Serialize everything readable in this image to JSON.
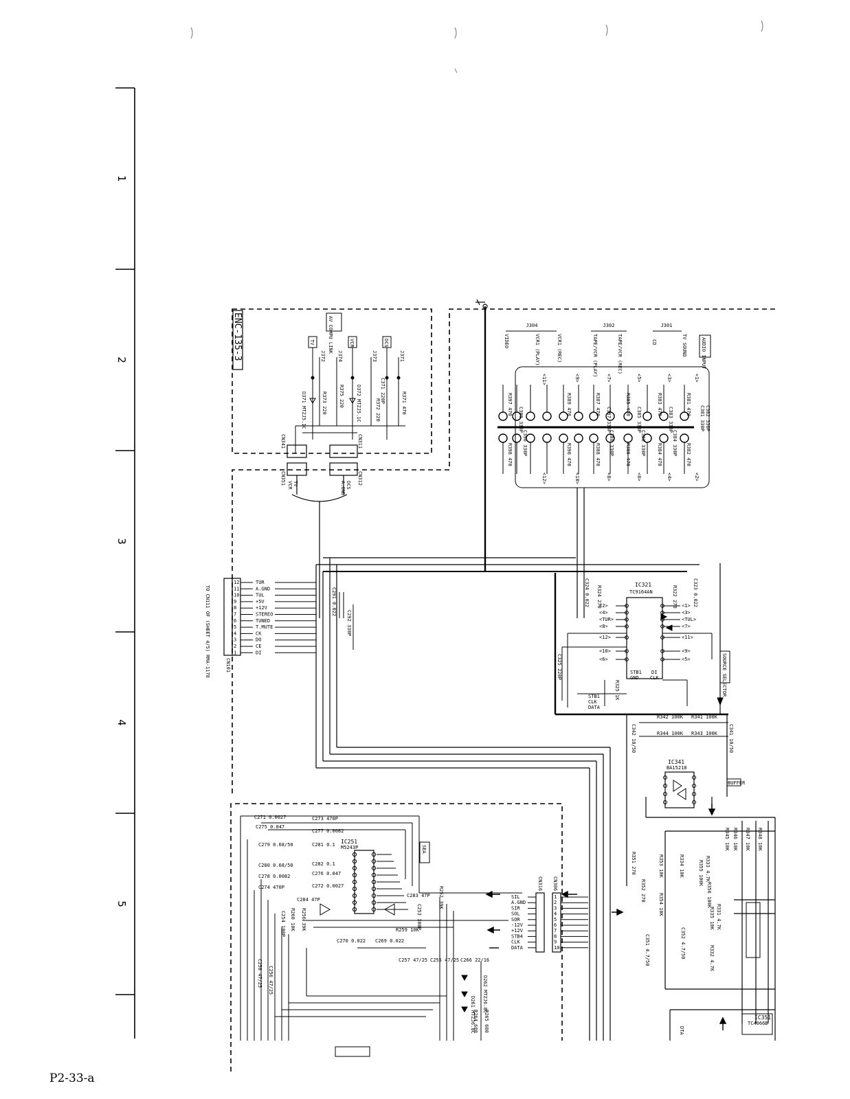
{
  "page_id": "P2-33-a",
  "grid_rows": [
    "1",
    "2",
    "3",
    "4",
    "5"
  ],
  "board_title": "ENC-135-3",
  "av_link_box": "AV COMPU LINK",
  "av_jacks": [
    {
      "name": "TV",
      "ref": "J372",
      "resistor": "R373 220",
      "diode": "D371 MTZJ5.1C"
    },
    {
      "name": "VCR",
      "ref": "J374",
      "resistor": "R375 220",
      "diode": "D372 MTZJ5.1C"
    },
    {
      "name": "DCS",
      "ref": "J373",
      "resistor": "R372 220",
      "cap": "C371 220P"
    },
    {
      "name": "",
      "ref": "J371",
      "resistor": "R371 470",
      "cap": ""
    }
  ],
  "av_connectors": [
    "CN341",
    "CN351",
    "CN311",
    "CN312"
  ],
  "av_out_labels": [
    "TV",
    "VCR",
    "DCS",
    "A.GND"
  ],
  "audio_input_box": "AUDIO INPUT",
  "audio_jack_groups": [
    {
      "ref": "J301",
      "labels": [
        "TV SOUND",
        "CD"
      ]
    },
    {
      "ref": "J302",
      "labels": [
        "TAPE/VCR (REC)",
        "TAPE/VCR (PLAY)"
      ]
    },
    {
      "ref": "J304",
      "labels": [
        "VCR1 (REC)",
        "VCR1 (PLAY)",
        "VIDEO"
      ]
    }
  ],
  "audio_channels": [
    "<1>",
    "<2>",
    "<3>",
    "<4>",
    "<5>",
    "<6>",
    "<7>",
    "<8>",
    "<9>",
    "<10>",
    "<11>",
    "<12>"
  ],
  "audio_parts_left": [
    "R381 470",
    "R383 470",
    "R385 470",
    "R387 470",
    "R389 470",
    "R397 470"
  ],
  "audio_parts_right": [
    "R382 470",
    "R384 470",
    "R386 470",
    "R388 470",
    "R390 470",
    "R398 470"
  ],
  "audio_caps": [
    "C381 330P",
    "C382 330P",
    "C383 330P",
    "C384 330P",
    "C385 330P",
    "C386 330P",
    "C387 330P",
    "C388 330P",
    "C389 330P",
    "C390 330P"
  ],
  "cn101": {
    "ref": "CN101",
    "note": "TO CN111 OF (SHEET 4/5) RMA-1178",
    "pins": [
      "12",
      "11",
      "10",
      "9",
      "8",
      "7",
      "6",
      "5",
      "4",
      "3",
      "2",
      "1"
    ],
    "signals": [
      "TUR",
      "A.GND",
      "TUL",
      "+5V",
      "+12V",
      "STEREO",
      "TUNED",
      "T.MUTE",
      "CK",
      "DO",
      "CE",
      "DI"
    ]
  },
  "c291": "C291 0.022",
  "c292": "C292 330P",
  "ic321": {
    "ref": "IC321",
    "part": "TC9164AN",
    "block": "SOURCE SELECTOR",
    "left_in": [
      "<2>",
      "<4>",
      "<TUR>",
      "<8>",
      "<12>",
      "<10>",
      "<6>"
    ],
    "right_in": [
      "<1>",
      "<3>",
      "<TUL>",
      "<7>",
      "<11>",
      "<9>",
      "<5>"
    ],
    "pins_bottom": [
      "STB1",
      "GND",
      "DI",
      "CLK"
    ],
    "parts": [
      "R324 270",
      "R322 270",
      "C324 0.022",
      "C323 0.022",
      "C325 220P",
      "R325 1K"
    ]
  },
  "ctl_labels": [
    "STB1",
    "CLK",
    "DATA"
  ],
  "ic341": {
    "ref": "IC341",
    "part": "BA15218",
    "block": "BUFFER",
    "parts": [
      "R342 100K",
      "R341 100K",
      "R344 100K",
      "R343 100K",
      "C342 10/50",
      "C341 10/50"
    ]
  },
  "ic251": {
    "ref": "IC251",
    "part": "M5243P",
    "block": "SEA",
    "caps": [
      "C271 0.0027",
      "C273 470P",
      "C275 0.047",
      "C277 0.0082",
      "C279 0.68/50",
      "C281 0.1",
      "C280 0.68/50",
      "C282 0.1",
      "C278 0.0082",
      "C276 0.047",
      "C274 470P",
      "C272 0.0027",
      "C284 47P",
      "C283 47P",
      "C254 100P",
      "C270 0.022",
      "C269 0.022",
      "C257 47/25",
      "C255 47/25",
      "C256 47/25",
      "C258 47/25",
      "C266 22/16",
      "C253 100P"
    ],
    "resistors": [
      "R252 39K",
      "R260 10K",
      "R256 39K",
      "R259 10K",
      "R265 680",
      "R264 680"
    ],
    "diodes": [
      "D262 MTZJ6.8C",
      "D261 MTZJ6.8C"
    ]
  },
  "cn306": {
    "ref": "CN306",
    "pins": [
      "1",
      "2",
      "3",
      "4",
      "5",
      "6",
      "7",
      "8",
      "9",
      "10"
    ],
    "signals": [
      "SIL",
      "A.GND",
      "SIR",
      "SOL",
      "SOR",
      "-12V",
      "+12V",
      "STB4",
      "CLK",
      "DATA"
    ]
  },
  "cn316_ref": "CN316",
  "right_parts": [
    "R351 270",
    "R352 270",
    "R353 10K",
    "R354 10K",
    "R355 100K",
    "R356 100K",
    "R331 4.7K",
    "R332 4.7K",
    "R333 4.7K",
    "R334 10K",
    "R335 10K",
    "C351 4.7/50",
    "C352 4.7/50",
    "R345 10K",
    "R346 10K",
    "R347 10K",
    "R348 10K"
  ],
  "ic351": {
    "ref": "IC351",
    "part": "TC4066B"
  },
  "dta_label": "DTA"
}
